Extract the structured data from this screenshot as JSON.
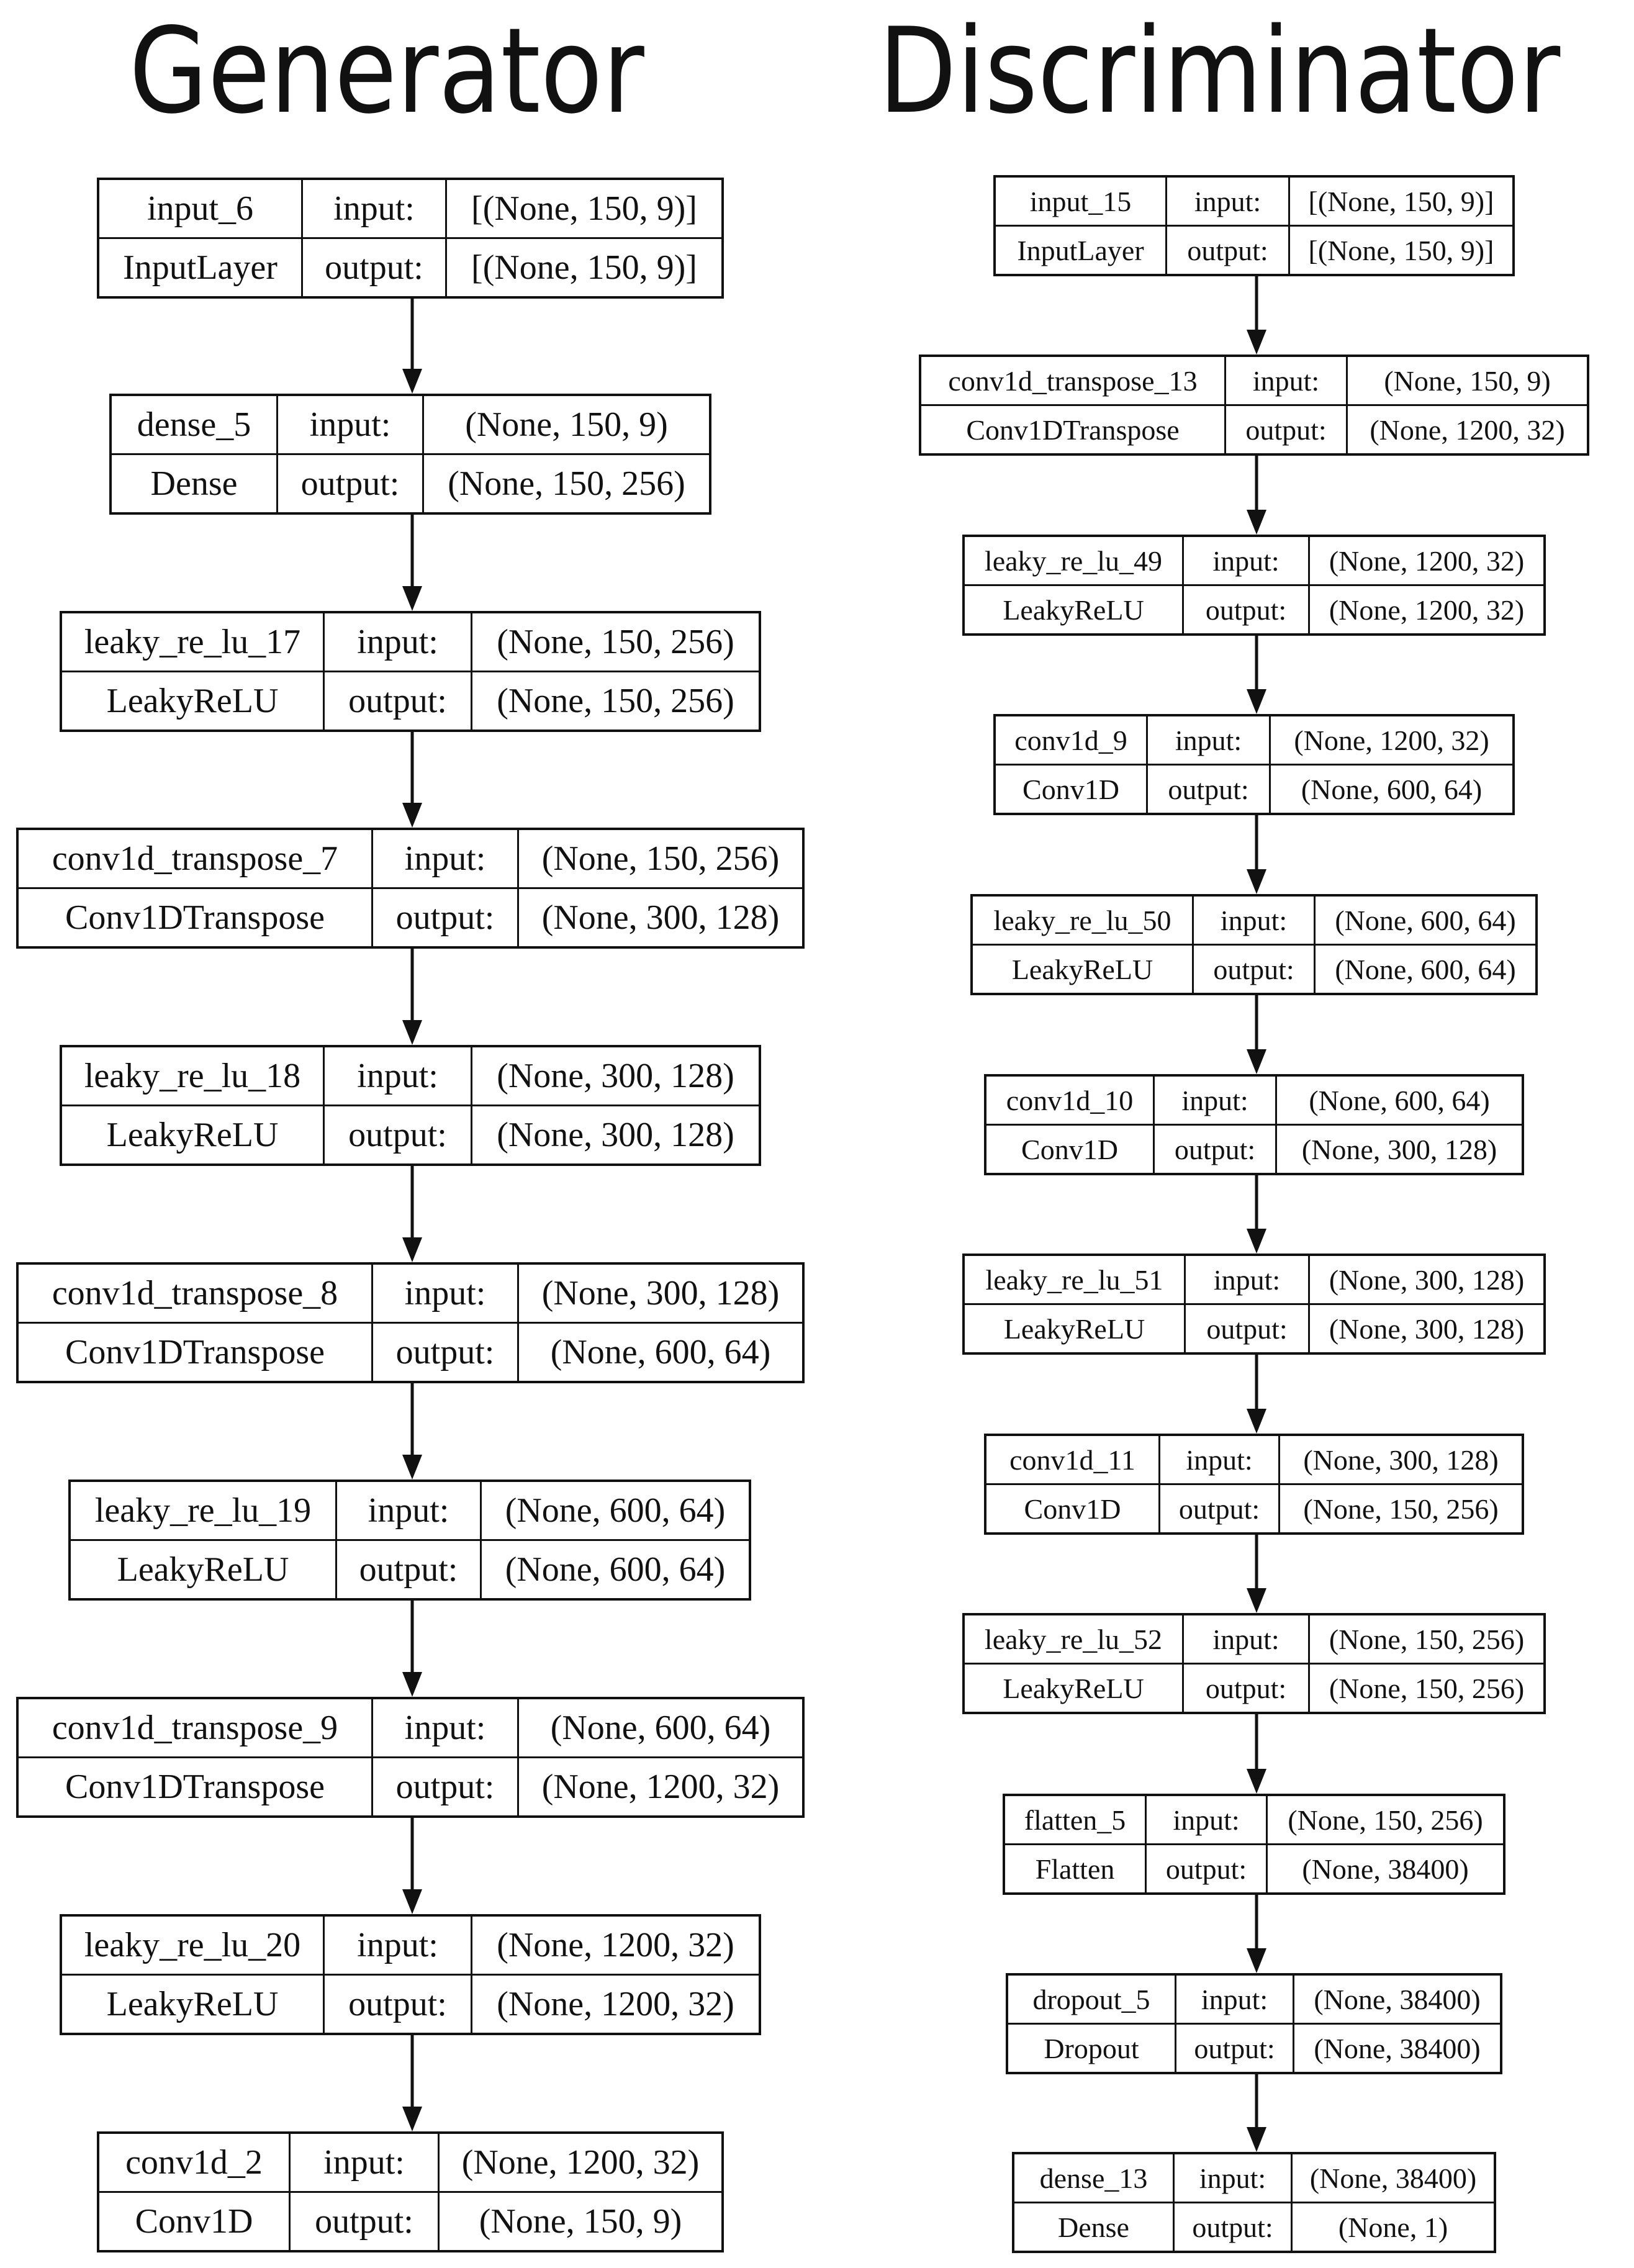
{
  "titles": {
    "generator": "Generator",
    "discriminator": "Discriminator"
  },
  "generator": {
    "layers": [
      {
        "name": "input_6",
        "type": "InputLayer",
        "input_label": "input:",
        "output_label": "output:",
        "input_shape": "[(None, 150, 9)]",
        "output_shape": "[(None, 150, 9)]"
      },
      {
        "name": "dense_5",
        "type": "Dense",
        "input_label": "input:",
        "output_label": "output:",
        "input_shape": "(None, 150, 9)",
        "output_shape": "(None, 150, 256)"
      },
      {
        "name": "leaky_re_lu_17",
        "type": "LeakyReLU",
        "input_label": "input:",
        "output_label": "output:",
        "input_shape": "(None, 150, 256)",
        "output_shape": "(None, 150, 256)"
      },
      {
        "name": "conv1d_transpose_7",
        "type": "Conv1DTranspose",
        "input_label": "input:",
        "output_label": "output:",
        "input_shape": "(None, 150, 256)",
        "output_shape": "(None, 300, 128)"
      },
      {
        "name": "leaky_re_lu_18",
        "type": "LeakyReLU",
        "input_label": "input:",
        "output_label": "output:",
        "input_shape": "(None, 300, 128)",
        "output_shape": "(None, 300, 128)"
      },
      {
        "name": "conv1d_transpose_8",
        "type": "Conv1DTranspose",
        "input_label": "input:",
        "output_label": "output:",
        "input_shape": "(None, 300, 128)",
        "output_shape": "(None, 600, 64)"
      },
      {
        "name": "leaky_re_lu_19",
        "type": "LeakyReLU",
        "input_label": "input:",
        "output_label": "output:",
        "input_shape": "(None, 600, 64)",
        "output_shape": "(None, 600, 64)"
      },
      {
        "name": "conv1d_transpose_9",
        "type": "Conv1DTranspose",
        "input_label": "input:",
        "output_label": "output:",
        "input_shape": "(None, 600, 64)",
        "output_shape": "(None, 1200, 32)"
      },
      {
        "name": "leaky_re_lu_20",
        "type": "LeakyReLU",
        "input_label": "input:",
        "output_label": "output:",
        "input_shape": "(None, 1200, 32)",
        "output_shape": "(None, 1200, 32)"
      },
      {
        "name": "conv1d_2",
        "type": "Conv1D",
        "input_label": "input:",
        "output_label": "output:",
        "input_shape": "(None, 1200, 32)",
        "output_shape": "(None, 150, 9)"
      }
    ]
  },
  "discriminator": {
    "layers": [
      {
        "name": "input_15",
        "type": "InputLayer",
        "input_label": "input:",
        "output_label": "output:",
        "input_shape": "[(None, 150, 9)]",
        "output_shape": "[(None, 150, 9)]"
      },
      {
        "name": "conv1d_transpose_13",
        "type": "Conv1DTranspose",
        "input_label": "input:",
        "output_label": "output:",
        "input_shape": "(None, 150, 9)",
        "output_shape": "(None, 1200, 32)"
      },
      {
        "name": "leaky_re_lu_49",
        "type": "LeakyReLU",
        "input_label": "input:",
        "output_label": "output:",
        "input_shape": "(None, 1200, 32)",
        "output_shape": "(None, 1200, 32)"
      },
      {
        "name": "conv1d_9",
        "type": "Conv1D",
        "input_label": "input:",
        "output_label": "output:",
        "input_shape": "(None, 1200, 32)",
        "output_shape": "(None, 600, 64)"
      },
      {
        "name": "leaky_re_lu_50",
        "type": "LeakyReLU",
        "input_label": "input:",
        "output_label": "output:",
        "input_shape": "(None, 600, 64)",
        "output_shape": "(None, 600, 64)"
      },
      {
        "name": "conv1d_10",
        "type": "Conv1D",
        "input_label": "input:",
        "output_label": "output:",
        "input_shape": "(None, 600, 64)",
        "output_shape": "(None, 300, 128)"
      },
      {
        "name": "leaky_re_lu_51",
        "type": "LeakyReLU",
        "input_label": "input:",
        "output_label": "output:",
        "input_shape": "(None, 300, 128)",
        "output_shape": "(None, 300, 128)"
      },
      {
        "name": "conv1d_11",
        "type": "Conv1D",
        "input_label": "input:",
        "output_label": "output:",
        "input_shape": "(None, 300, 128)",
        "output_shape": "(None, 150, 256)"
      },
      {
        "name": "leaky_re_lu_52",
        "type": "LeakyReLU",
        "input_label": "input:",
        "output_label": "output:",
        "input_shape": "(None, 150, 256)",
        "output_shape": "(None, 150, 256)"
      },
      {
        "name": "flatten_5",
        "type": "Flatten",
        "input_label": "input:",
        "output_label": "output:",
        "input_shape": "(None, 150, 256)",
        "output_shape": "(None, 38400)"
      },
      {
        "name": "dropout_5",
        "type": "Dropout",
        "input_label": "input:",
        "output_label": "output:",
        "input_shape": "(None, 38400)",
        "output_shape": "(None, 38400)"
      },
      {
        "name": "dense_13",
        "type": "Dense",
        "input_label": "input:",
        "output_label": "output:",
        "input_shape": "(None, 38400)",
        "output_shape": "(None, 1)"
      }
    ]
  }
}
